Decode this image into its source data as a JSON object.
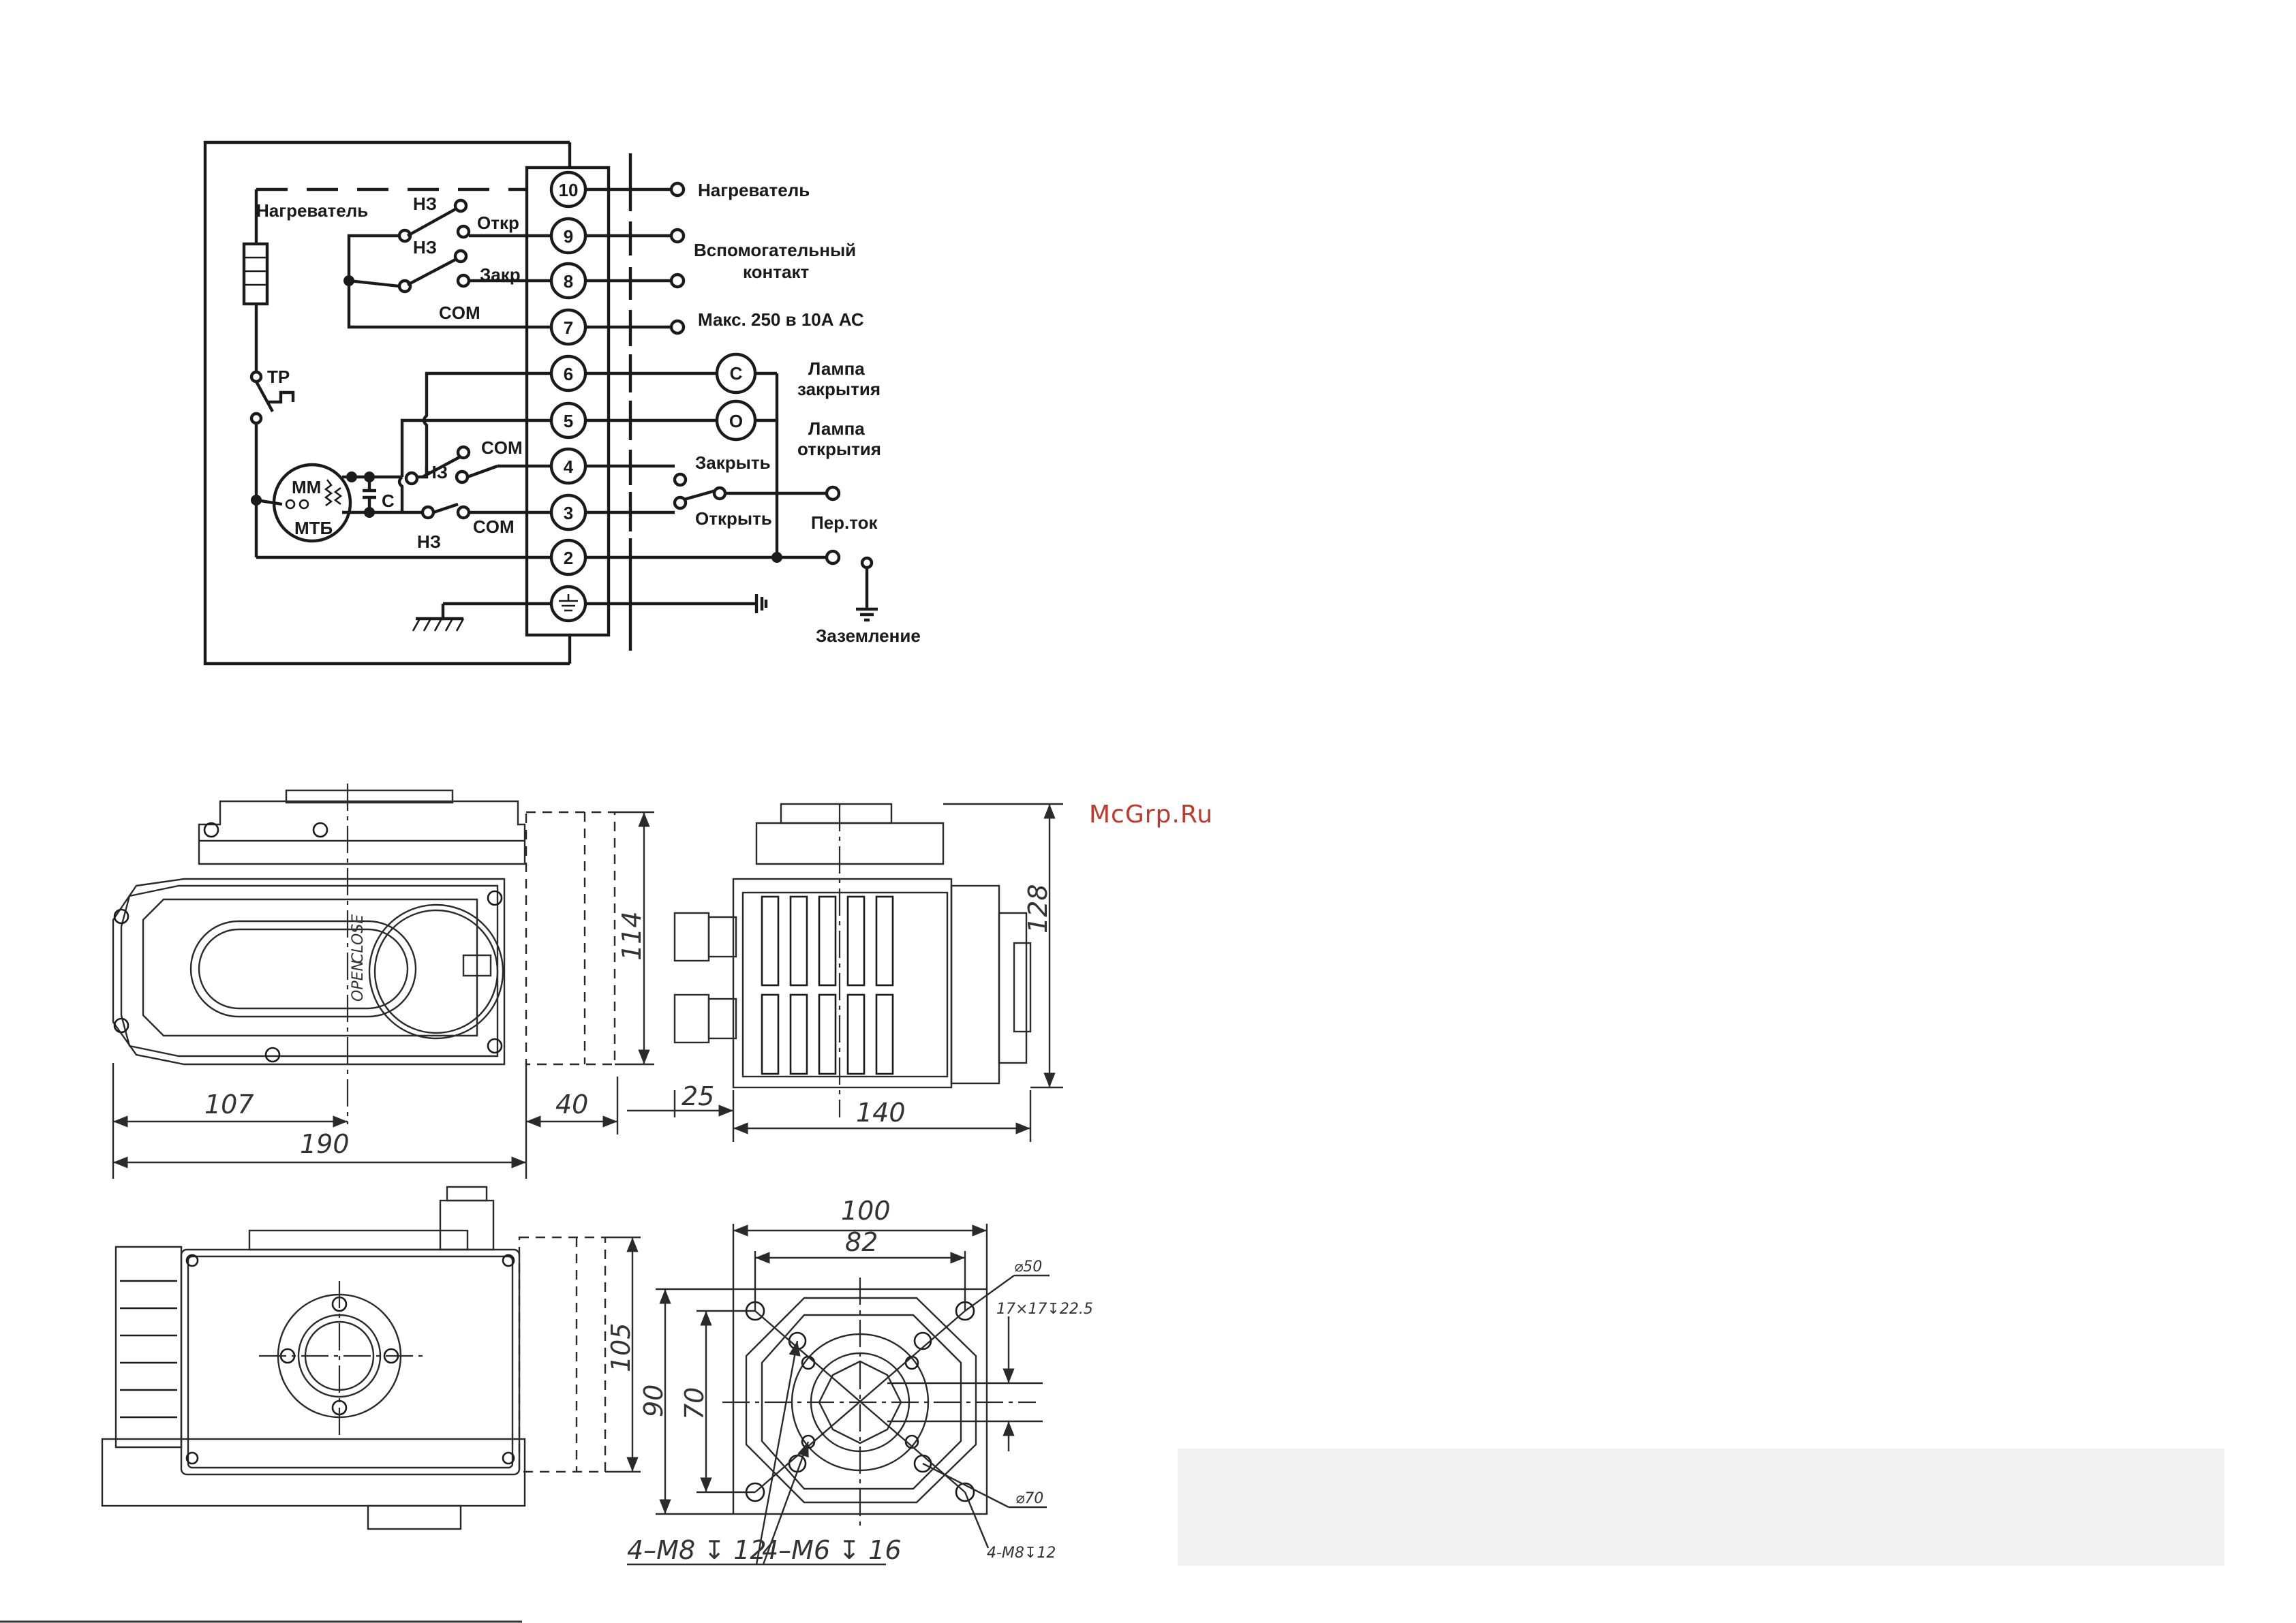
{
  "watermark": {
    "text": "McGrp.Ru",
    "color": "#c0392b"
  },
  "wiring": {
    "terminals": [
      "10",
      "9",
      "8",
      "7",
      "6",
      "5",
      "4",
      "3",
      "2"
    ],
    "left_labels": {
      "heater": "Нагреватель",
      "nc_1": "НЗ",
      "open_short": "Откр",
      "nc_2": "НЗ",
      "close_short": "Закр",
      "com_1": "COM",
      "tp": "TP",
      "com_2": "COM",
      "nc_3": "НЗ",
      "mm": "MM",
      "cap": "C",
      "mtb": "МТБ",
      "com_3": "COM",
      "nc_4": "НЗ"
    },
    "right_labels": {
      "heater": "Нагреватель",
      "aux_line1": "Вспомогательный",
      "aux_line2": "контакт",
      "max_rating": "Макс. 250 в 10А  АС",
      "lamp_c_symbol": "C",
      "lamp_close_line1": "Лампа",
      "lamp_close_line2": "закрытия",
      "lamp_o_symbol": "O",
      "lamp_open_line1": "Лампа",
      "lamp_open_line2": "открытия",
      "close": "Закрыть",
      "open": "Открыть",
      "ac": "Пер.ток",
      "ground": "Заземление"
    }
  },
  "drawing": {
    "front_view": {
      "dims": [
        "114",
        "107",
        "190",
        "40"
      ],
      "dial_open": "OPEN",
      "dial_close": "CLOSE"
    },
    "side_view": {
      "dims": [
        "128",
        "25",
        "140"
      ]
    },
    "top_view": {
      "dims": [
        "105"
      ]
    },
    "flange_view": {
      "dims": [
        "100",
        "82",
        "90",
        "70"
      ],
      "callouts": {
        "dia_50": "⌀50",
        "square_bore": "17×17↧22.5",
        "dia_70": "⌀70",
        "bolt_m8_small": "4-M8↧12",
        "bolt_m8": "4–M8 ↧ 12",
        "bolt_m6": "4–M6 ↧ 16"
      }
    }
  }
}
